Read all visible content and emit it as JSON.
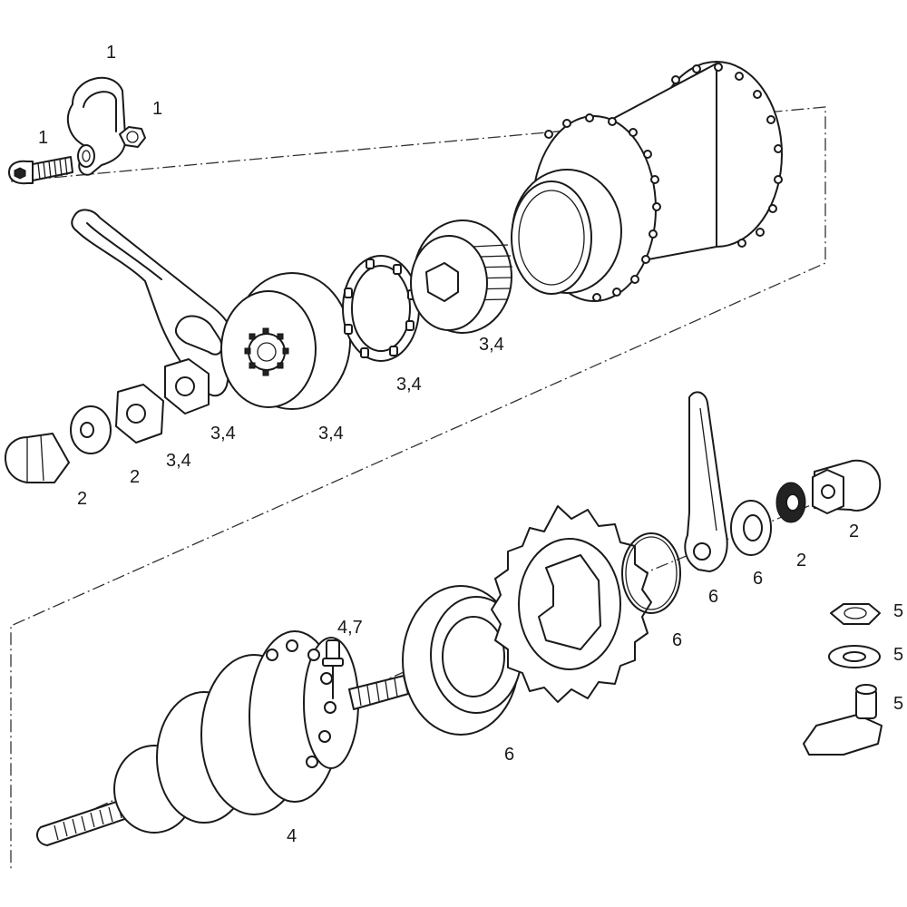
{
  "callouts": [
    {
      "id": "c1a",
      "text": "1"
    },
    {
      "id": "c1b",
      "text": "1"
    },
    {
      "id": "c1c",
      "text": "1"
    },
    {
      "id": "c2a",
      "text": "2"
    },
    {
      "id": "c2b",
      "text": "2"
    },
    {
      "id": "c34a",
      "text": "3,4"
    },
    {
      "id": "c34b",
      "text": "3,4"
    },
    {
      "id": "c34c",
      "text": "3,4"
    },
    {
      "id": "c34d",
      "text": "3,4"
    },
    {
      "id": "c34e",
      "text": "3,4"
    },
    {
      "id": "c2c",
      "text": "2"
    },
    {
      "id": "c2d",
      "text": "2"
    },
    {
      "id": "c6a",
      "text": "6"
    },
    {
      "id": "c6b",
      "text": "6"
    },
    {
      "id": "c6c",
      "text": "6"
    },
    {
      "id": "c6d",
      "text": "6"
    },
    {
      "id": "c47",
      "text": "4,7"
    },
    {
      "id": "c5a",
      "text": "5"
    },
    {
      "id": "c5b",
      "text": "5"
    },
    {
      "id": "c5c",
      "text": "5"
    },
    {
      "id": "c4",
      "text": "4"
    }
  ]
}
